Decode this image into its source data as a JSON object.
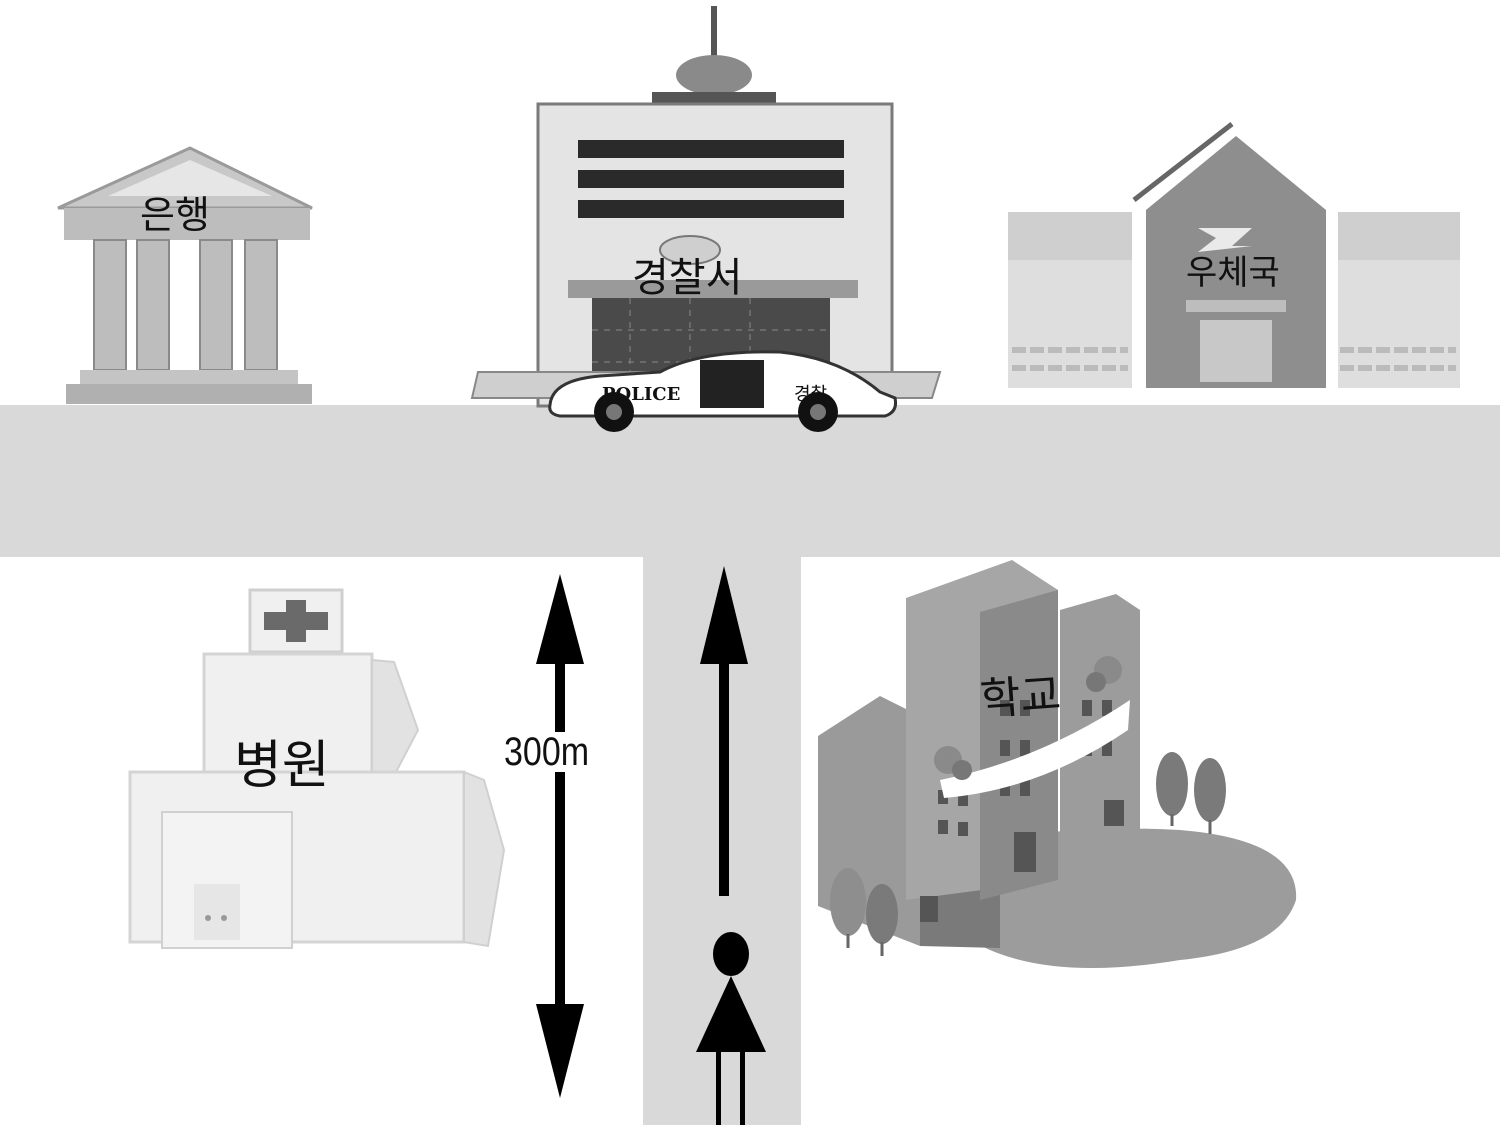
{
  "places": {
    "bank": "은행",
    "police_station": "경찰서",
    "post_office": "우체국",
    "hospital": "병원",
    "school": "학교"
  },
  "police_car": {
    "text_en": "POLICE",
    "text_ko": "경찰"
  },
  "distance": "300m",
  "colors": {
    "road": "#d9d9d9",
    "building_light": "#e3e3e3",
    "building_mid": "#9a9a9a",
    "building_dark": "#5a5a5a",
    "arrow": "#000000"
  },
  "icons": {
    "person": "person-icon",
    "walk_direction": "arrow-up-icon",
    "distance_marker": "double-arrow-icon"
  }
}
